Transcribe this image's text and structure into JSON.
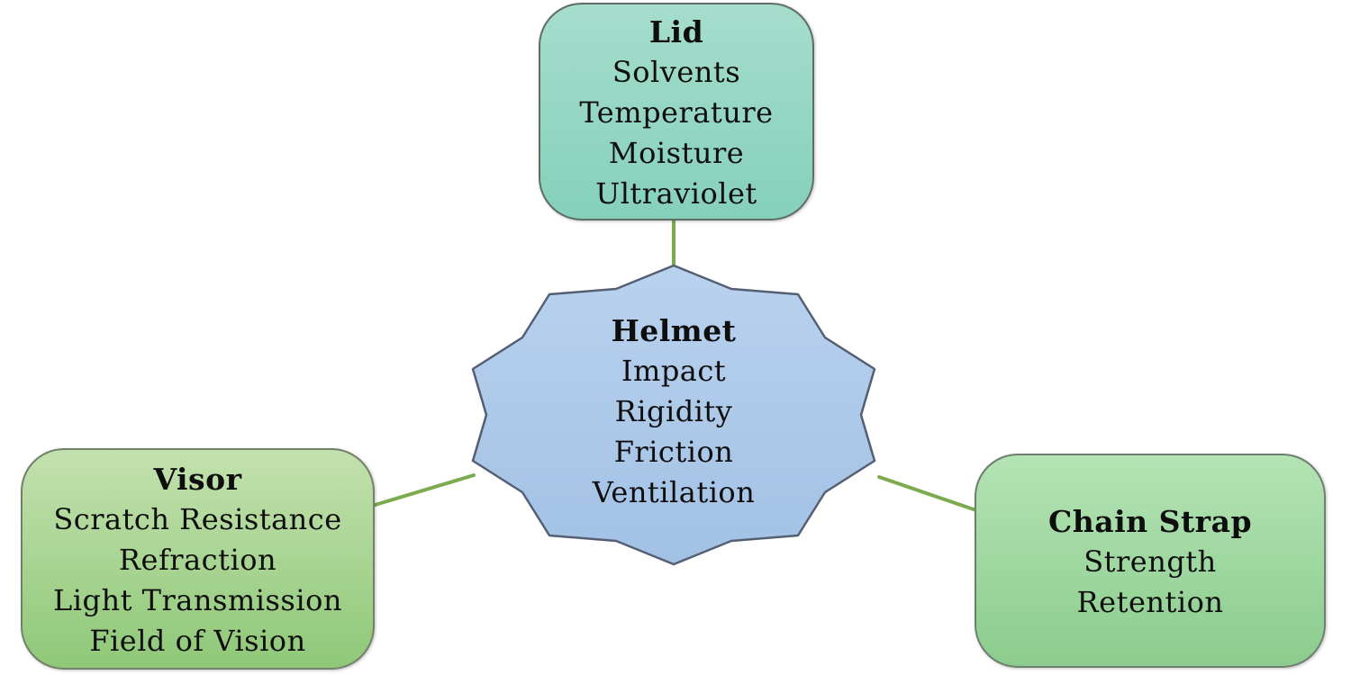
{
  "diagram": {
    "description": "Helmet standards diagram: central 10-point star linked to three attribute boxes",
    "center_node": {
      "title": "Helmet",
      "items": [
        "Impact",
        "Rigidity",
        "Friction",
        "Ventilation"
      ]
    },
    "nodes": [
      {
        "title": "Lid",
        "items": [
          "Solvents",
          "Temperature",
          "Moisture",
          "Ultraviolet"
        ]
      },
      {
        "title": "Visor",
        "items": [
          "Scratch Resistance",
          "Refraction",
          "Light Transmission",
          "Field of Vision"
        ]
      },
      {
        "title": "Chain Strap",
        "items": [
          "Strength",
          "Retention"
        ]
      }
    ],
    "colors": {
      "background": "#ffffff",
      "text": "#0e0e0e",
      "connector_green": "#7caa4e",
      "lid_fill_top": "#a6ddcc",
      "lid_fill_bottom": "#85d0bb",
      "lid_border": "#5e6e67",
      "visor_fill_top": "#c3e1ae",
      "visor_fill_bottom": "#8fc878",
      "visor_border": "#73806a",
      "chain_fill_top": "#b4e3b4",
      "chain_fill_bottom": "#8bcc8e",
      "chain_border": "#6f7f6f",
      "helmet_star_fill_top": "#b9d2ee",
      "helmet_star_fill_bottom": "#a2c1e4",
      "helmet_star_border": "#545f74"
    }
  }
}
